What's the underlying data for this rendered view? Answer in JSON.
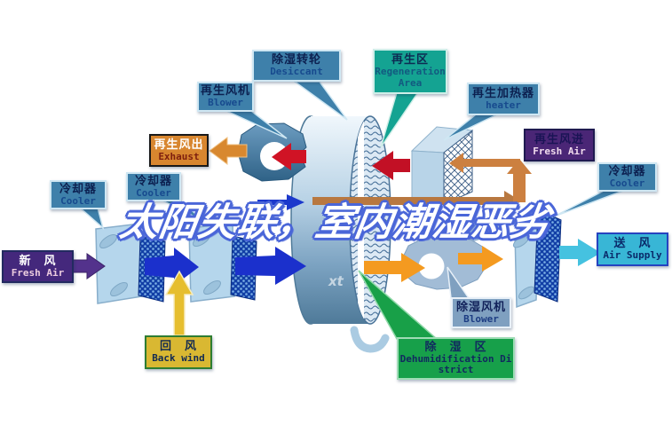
{
  "title": {
    "text": "太阳失联，室内潮湿恶劣"
  },
  "watermark": "xt",
  "labels": {
    "desiccant": {
      "cn": "除湿转轮",
      "en": "Desiccant"
    },
    "regen_blower": {
      "cn": "再生风机",
      "en": "Blower"
    },
    "regen_area": {
      "cn": "再生区",
      "en": "Regeneration Area"
    },
    "regen_heater": {
      "cn": "再生加热器",
      "en": "heater"
    },
    "exhaust": {
      "cn": "再生风出",
      "en": "Exhaust"
    },
    "regen_fresh_air": {
      "cn": "再生风进",
      "en": "Fresh Air"
    },
    "cooler_right": {
      "cn": "冷却器",
      "en": "Cooler"
    },
    "cooler_left_1": {
      "cn": "冷却器",
      "en": "Cooler"
    },
    "cooler_left_2": {
      "cn": "冷却器",
      "en": "Cooler"
    },
    "fresh_air": {
      "cn": "新　风",
      "en": "Fresh Air"
    },
    "back_wind": {
      "cn": "回　风",
      "en": "Back wind"
    },
    "dehumid_blower": {
      "cn": "除湿风机",
      "en": "Blower"
    },
    "dehumid_district": {
      "cn": "除　湿　区",
      "en": "Dehumidification District"
    },
    "air_supply": {
      "cn": "送　风",
      "en": "Air Supply"
    }
  },
  "colors": {
    "label_steel": "#3e80aa",
    "label_teal": "#14a392",
    "label_orange": "#d8862f",
    "label_purple": "#4a2676",
    "label_dark_purple": "#44287c",
    "label_gold": "#d9b832",
    "label_green": "#17a04a",
    "label_greyblue": "#7fa0c0",
    "label_cyan": "#38b6d6",
    "arrow_red": "#cc1022",
    "arrow_blue": "#1b30cc",
    "arrow_orange": "#d8882f",
    "arrow_process_orange": "#f49a20",
    "arrow_yellow": "#e6be2e",
    "arrow_purple": "#53328c",
    "arrow_cyan": "#45c2e0",
    "title_fill": "#ffffff",
    "title_outline": "#4a66d8"
  }
}
